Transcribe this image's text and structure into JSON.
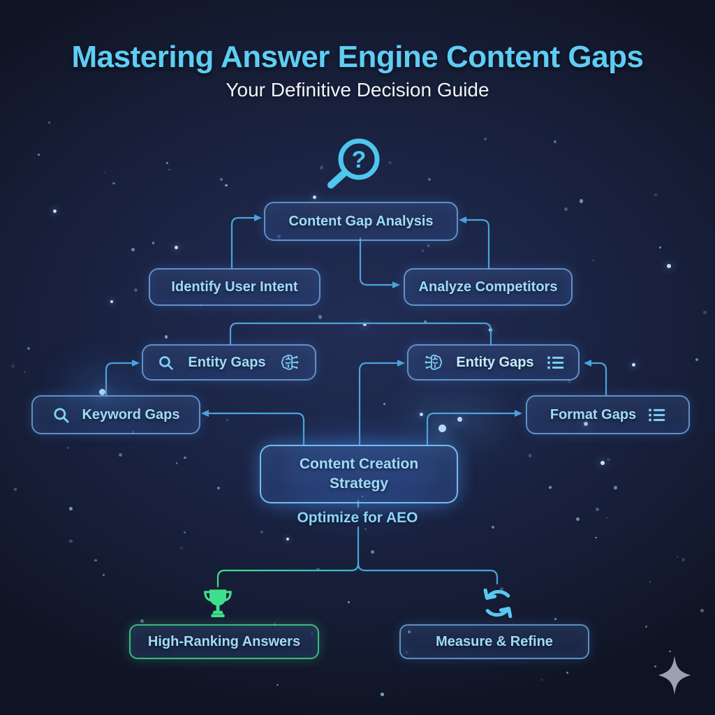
{
  "header": {
    "title": "Mastering Answer Engine Content Gaps",
    "subtitle": "Your Definitive Decision Guide"
  },
  "flowchart": {
    "content_gap_analysis": "Content Gap Analysis",
    "identify_user_intent": "Identify User Intent",
    "analyze_competitors": "Analyze Competitors",
    "entity_gaps_left": "Entity Gaps",
    "entity_gaps_right": "Entity Gaps",
    "keyword_gaps": "Keyword Gaps",
    "format_gaps": "Format Gaps",
    "content_creation_line1": "Content Creation",
    "content_creation_line2": "Strategy",
    "optimize_for_aeo": "Optimize for AEO",
    "high_ranking_answers": "High-Ranking Answers",
    "measure_refine": "Measure & Refine"
  },
  "icons": {
    "magnifier_glyph": "?",
    "names": [
      "magnifier-question-icon",
      "search-icon",
      "brain-circuit-icon",
      "list-icon",
      "trophy-icon",
      "refresh-cycle-icon",
      "sparkle-icon"
    ]
  },
  "colors": {
    "title_blue": "#5ecdf4",
    "subtitle_white": "#f0f3f8",
    "node_text_blue": "#9edcf8",
    "connector_blue": "#4aa4dc",
    "success_green": "#3fe08d",
    "sparkle_gray": "#9ba1ae",
    "background_navy": "#161d36"
  }
}
